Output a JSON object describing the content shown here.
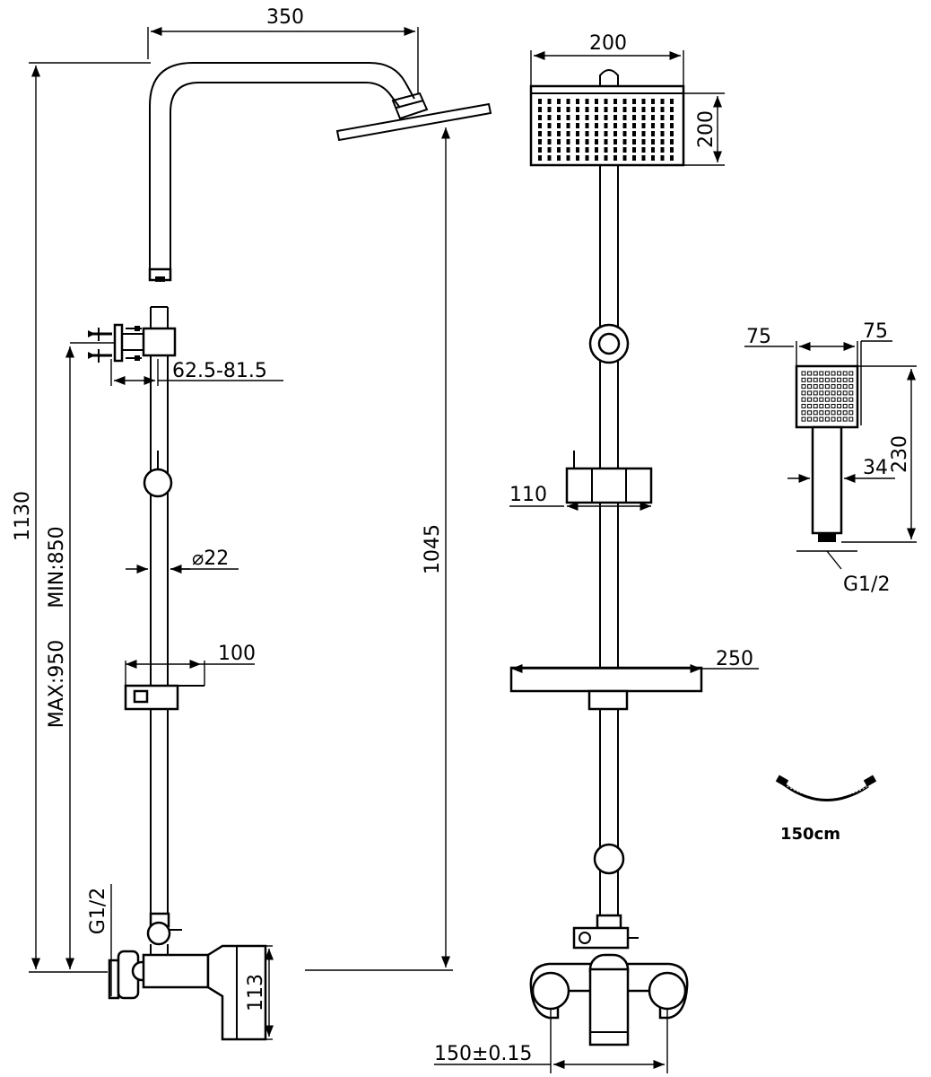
{
  "dimensions": {
    "arm_length": "350",
    "total_height": "1130",
    "head_height_from_floor": "1045",
    "wall_bracket": "62.5-81.5",
    "pipe_diameter": "⌀22",
    "max_height": "MAX:950",
    "min_height": "MIN:850",
    "lower_shelf_side": "100",
    "inlet_thread_side": "G1/2",
    "mixer_height": "113",
    "head_width": "200",
    "head_depth": "200",
    "upper_shelf_front": "110",
    "lower_shelf_front": "250",
    "mixer_spacing": "150±0.15",
    "hand_width": "75",
    "hand_depth": "75",
    "hand_length": "230",
    "hand_handle": "34",
    "hand_thread": "G1/2",
    "hose_length": "150cm"
  }
}
